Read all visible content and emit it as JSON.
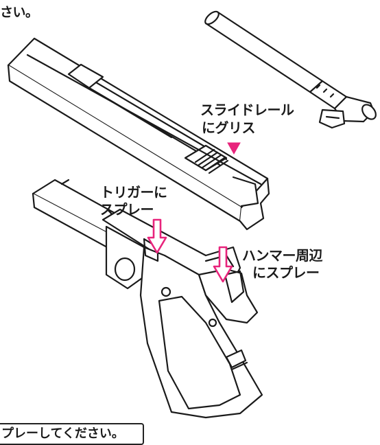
{
  "top_text": "さい。",
  "labels": {
    "slide_rail": [
      "スライドレール",
      "にグリス"
    ],
    "trigger": [
      "トリガーに",
      "スプレー"
    ],
    "hammer": [
      "ハンマー周辺",
      "にスプレー"
    ]
  },
  "bottom_note": "プレーしてください。",
  "colors": {
    "accent": "#e8247c",
    "line": "#1a1a1a",
    "background": "#ffffff"
  },
  "icons": {
    "slide_marker": "triangle-down-icon",
    "trigger_marker": "arrow-down-icon",
    "hammer_marker": "arrow-down-icon"
  }
}
